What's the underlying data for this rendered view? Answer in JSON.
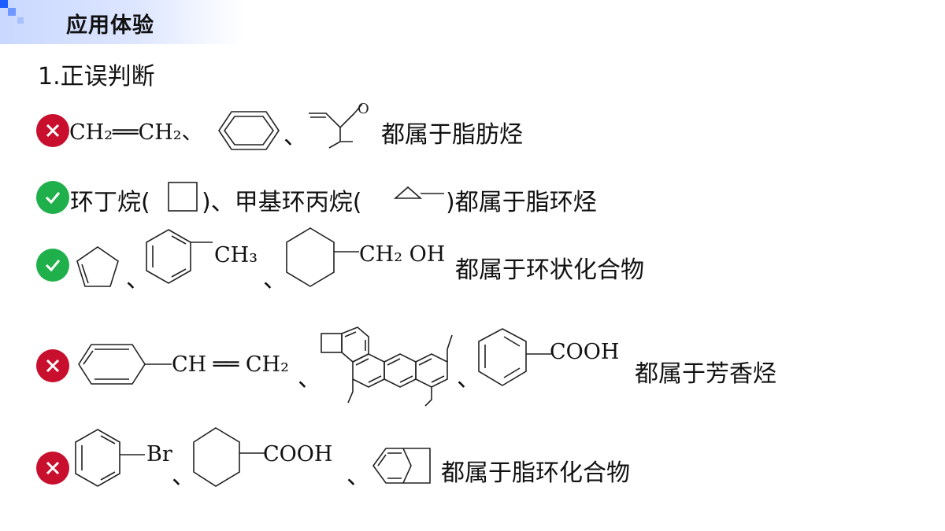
{
  "header": {
    "title": "应用体验"
  },
  "section_title": "1.正误判断",
  "rows": [
    {
      "verdict": "wrong",
      "icon": "cross-icon",
      "formula_ethylene": "CH₂══CH₂、",
      "sep1": "、",
      "statement": "都属于脂肪烃"
    },
    {
      "verdict": "right",
      "icon": "check-icon",
      "part1": "环丁烷(",
      "part2": ")、甲基环丙烷(",
      "statement": ")都属于脂环烃"
    },
    {
      "verdict": "right",
      "icon": "check-icon",
      "sep1": "、",
      "toluene_label": "CH₃",
      "sep2": "、",
      "alcohol_label": "CH₂ OH",
      "statement": "都属于环状化合物"
    },
    {
      "verdict": "wrong",
      "icon": "cross-icon",
      "styrene_label": "CH ══ CH₂",
      "sep1": "、",
      "sep2": "、",
      "acid_label": "COOH",
      "statement": "都属于芳香烃"
    },
    {
      "verdict": "wrong",
      "icon": "cross-icon",
      "bromo_label": "Br",
      "sep1": "、",
      "acid_label": "COOH",
      "sep2": "、",
      "statement": "都属于脂环化合物"
    }
  ],
  "colors": {
    "wrong": "#c8102e",
    "right": "#20b04b",
    "header_accent": "#1a5cff"
  }
}
